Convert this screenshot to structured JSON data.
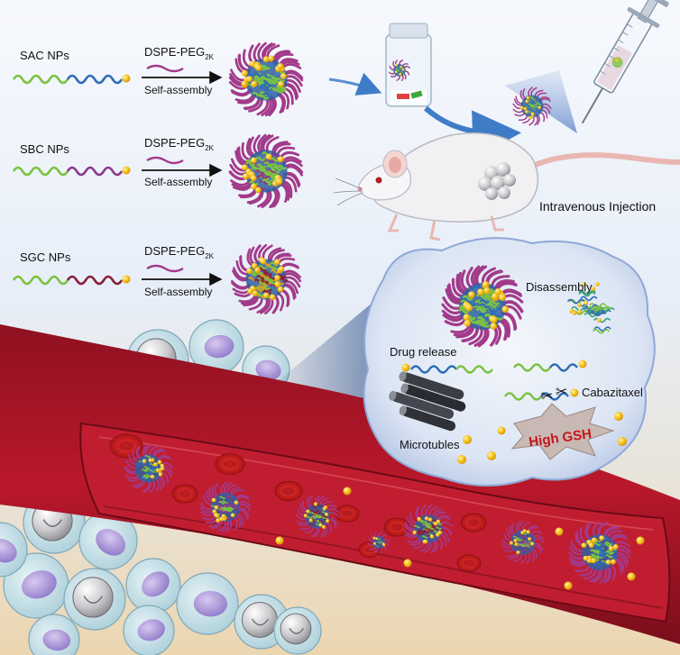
{
  "rows": [
    {
      "np_label": "SAC NPs",
      "reagent": "DSPE-PEG",
      "reagent_sub": "2K",
      "process": "Self-assembly"
    },
    {
      "np_label": "SBC NPs",
      "reagent": "DSPE-PEG",
      "reagent_sub": "2K",
      "process": "Self-assembly"
    },
    {
      "np_label": "SGC NPs",
      "reagent": "DSPE-PEG",
      "reagent_sub": "2K",
      "process": "Self-assembly"
    }
  ],
  "injection": {
    "label": "Intravenous Injection"
  },
  "zoom": {
    "disassembly": "Disassembly",
    "drug_release": "Drug release",
    "cabazitaxel": "Cabazitaxel",
    "microtubles": "Microtubles",
    "high_gsh": "High GSH"
  },
  "colors": {
    "green_segment": "#7cc242",
    "blue_segment": "#2f6db5",
    "purple_segment": "#8a3a8e",
    "maroon_segment": "#8b1f3c",
    "drug_ball": "#f5c518",
    "peg": "#a23a8a",
    "vessel": "#b3172b",
    "zoom_bubble": "#dfe8f6",
    "gsh_text": "#c4161c"
  }
}
